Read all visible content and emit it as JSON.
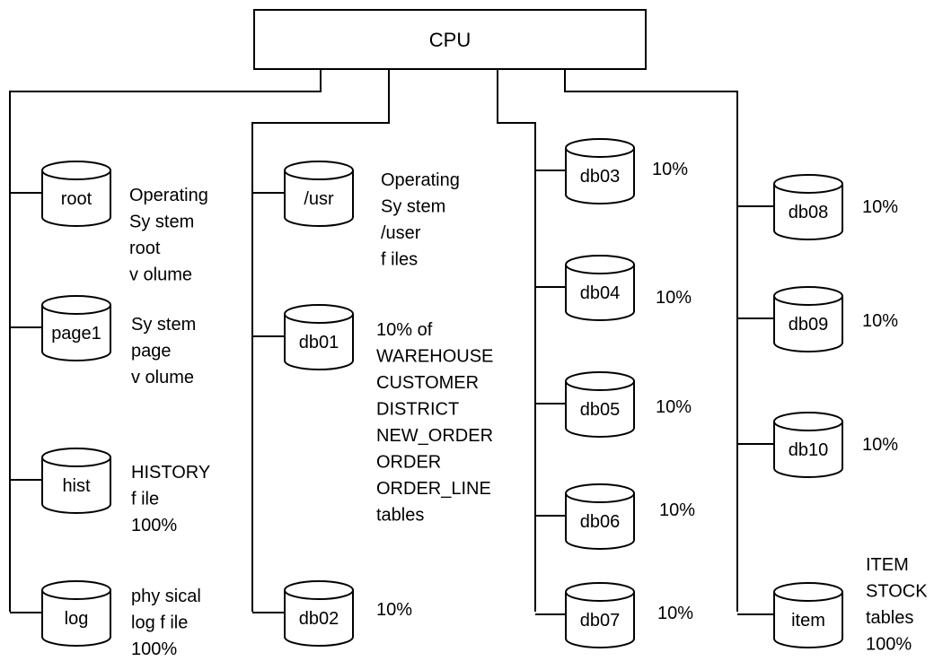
{
  "cpu": {
    "label": "CPU"
  },
  "disks": [
    {
      "id": "root",
      "label": "root",
      "desc": [
        "Operating",
        "Sy stem",
        "root",
        "v olume"
      ]
    },
    {
      "id": "page1",
      "label": "page1",
      "desc": [
        "Sy stem",
        "page",
        "v olume"
      ]
    },
    {
      "id": "hist",
      "label": "hist",
      "desc": [
        "HISTORY",
        "f ile",
        "100%"
      ]
    },
    {
      "id": "log",
      "label": "log",
      "desc": [
        "phy sical",
        "log f ile",
        "100%"
      ]
    },
    {
      "id": "usr",
      "label": "/usr",
      "desc": [
        "Operating",
        "Sy stem",
        "/user",
        "f iles"
      ]
    },
    {
      "id": "db01",
      "label": "db01",
      "desc": [
        "10% of",
        "WAREHOUSE",
        "CUSTOMER",
        "DISTRICT",
        "NEW_ORDER",
        "ORDER",
        "ORDER_LINE",
        "tables"
      ]
    },
    {
      "id": "db02",
      "label": "db02",
      "desc": [
        "10%"
      ]
    },
    {
      "id": "db03",
      "label": "db03",
      "desc": [
        "10%"
      ]
    },
    {
      "id": "db04",
      "label": "db04",
      "desc": [
        "10%"
      ]
    },
    {
      "id": "db05",
      "label": "db05",
      "desc": [
        "10%"
      ]
    },
    {
      "id": "db06",
      "label": "db06",
      "desc": [
        "10%"
      ]
    },
    {
      "id": "db07",
      "label": "db07",
      "desc": [
        "10%"
      ]
    },
    {
      "id": "db08",
      "label": "db08",
      "desc": [
        "10%"
      ]
    },
    {
      "id": "db09",
      "label": "db09",
      "desc": [
        "10%"
      ]
    },
    {
      "id": "db10",
      "label": "db10",
      "desc": [
        "10%"
      ]
    },
    {
      "id": "item",
      "label": "item",
      "desc": [
        "ITEM",
        "STOCK",
        "tables",
        "100%"
      ]
    }
  ]
}
